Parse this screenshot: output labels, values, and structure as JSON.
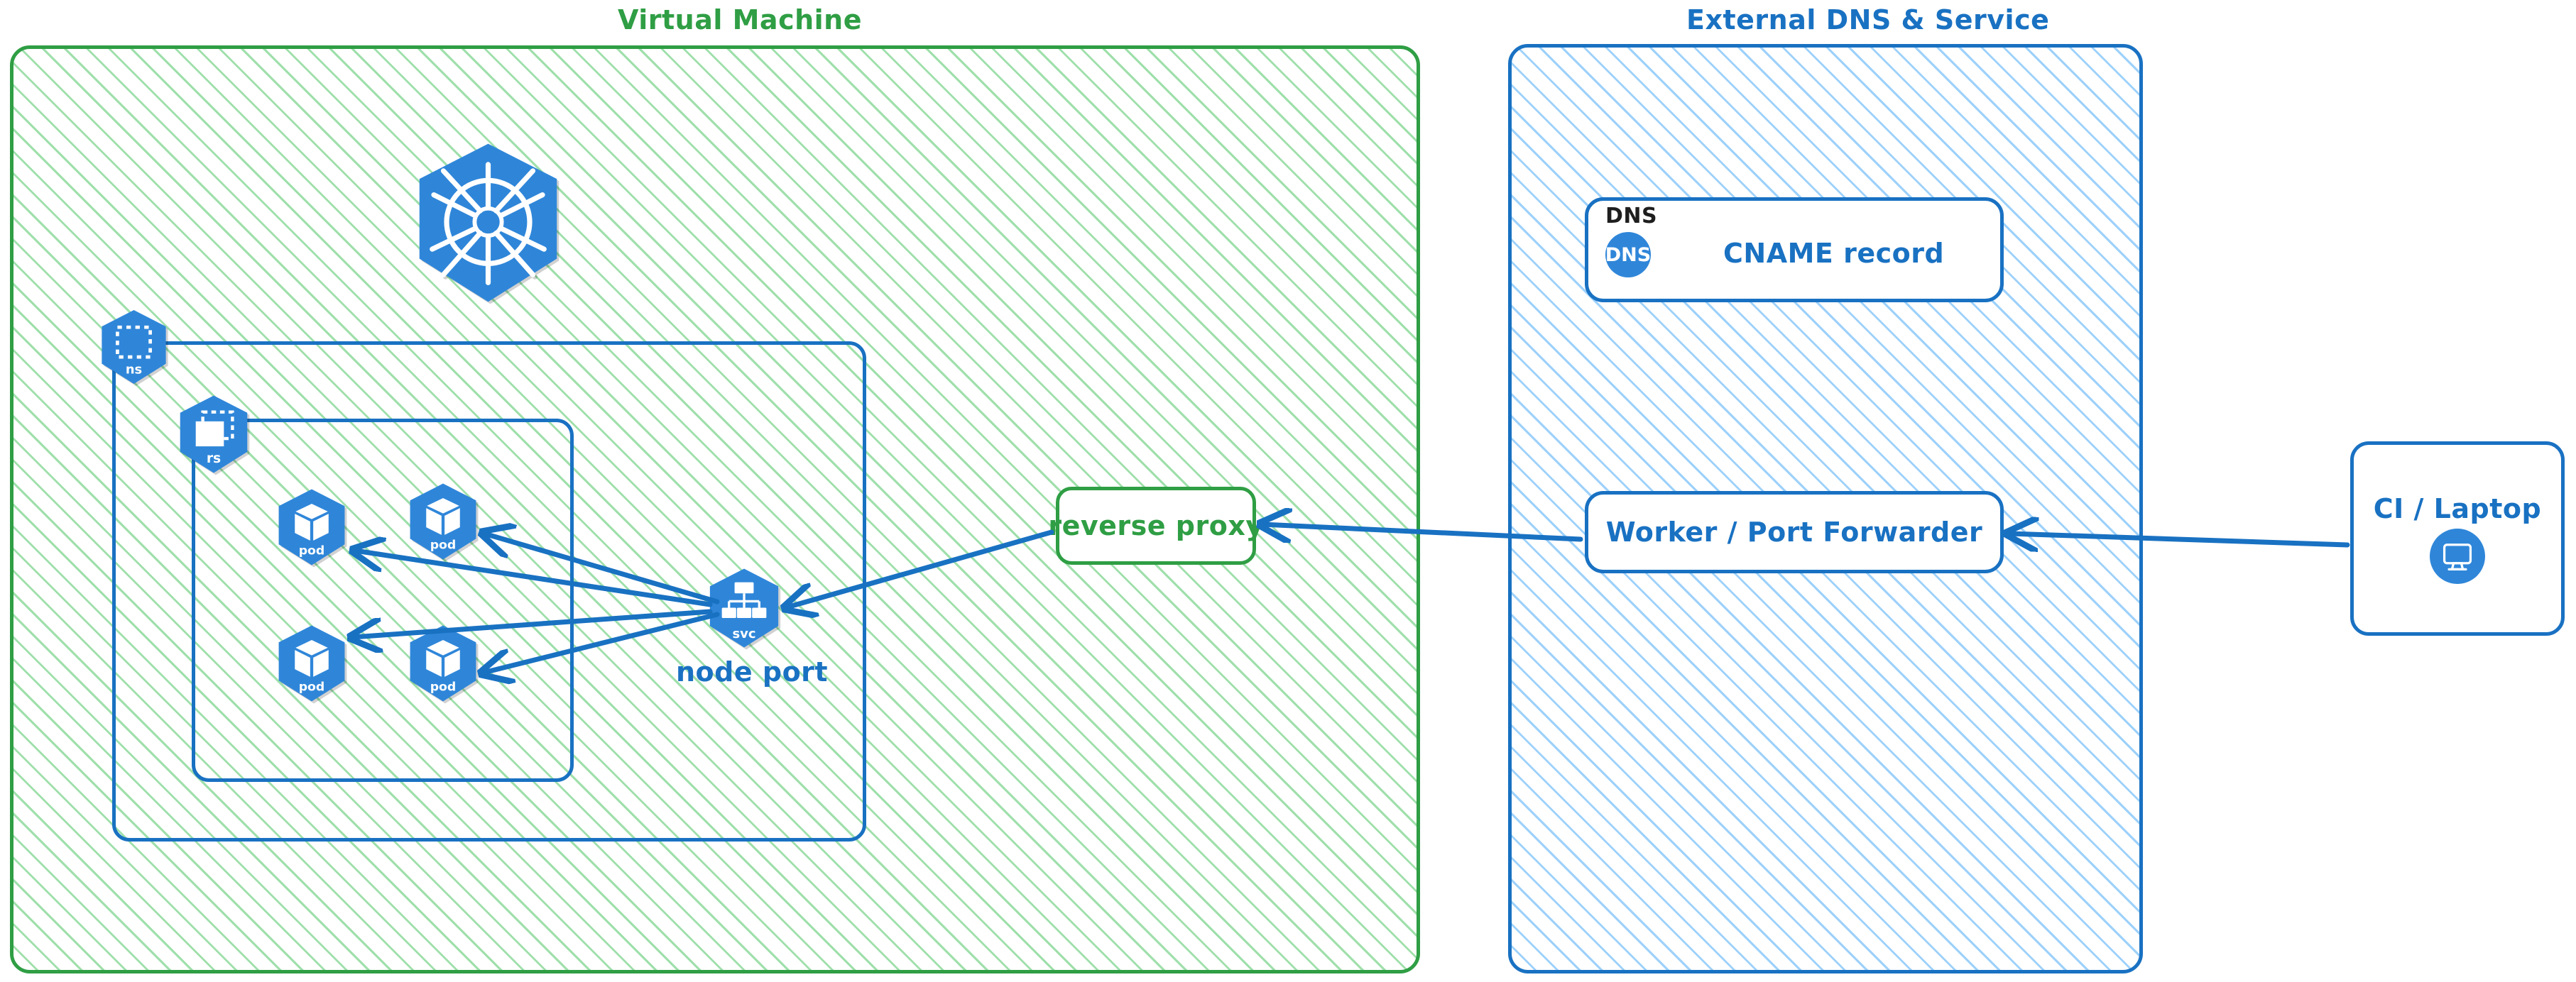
{
  "diagram": {
    "title": "Kubernetes NodePort exposure via reverse proxy and external DNS",
    "style": "hand-drawn (excalidraw)",
    "colors": {
      "green_stroke": "#2f9e44",
      "green_hatch": "#40c057",
      "blue_stroke": "#1971c2",
      "blue_hatch": "#4dabf7",
      "k8s_blue": "#2f86d9",
      "black_text": "#1e1e1e",
      "background": "#ffffff"
    }
  },
  "zones": {
    "vm": {
      "label": "Virtual Machine",
      "color": "#2f9e44"
    },
    "external": {
      "label": "External DNS & Service",
      "color": "#1971c2"
    }
  },
  "kubernetes": {
    "logo_icon": "kubernetes-helm-wheel-icon",
    "namespace": {
      "badge_label": "ns",
      "icon": "namespace-icon"
    },
    "replicaset": {
      "badge_label": "rs",
      "icon": "replicaset-icon"
    },
    "pods": [
      {
        "badge_label": "pod",
        "icon": "pod-icon"
      },
      {
        "badge_label": "pod",
        "icon": "pod-icon"
      },
      {
        "badge_label": "pod",
        "icon": "pod-icon"
      },
      {
        "badge_label": "pod",
        "icon": "pod-icon"
      }
    ],
    "service": {
      "badge_label": "svc",
      "icon": "service-icon",
      "caption": "node port"
    }
  },
  "nodes": {
    "reverse_proxy": {
      "label": "reverse proxy",
      "color": "#2f9e44"
    },
    "dns_card": {
      "header": "DNS",
      "icon_label": "DNS",
      "icon": "dns-icon",
      "label": "CNAME record",
      "color": "#1971c2"
    },
    "worker": {
      "label": "Worker / Port Forwarder",
      "color": "#1971c2"
    },
    "client": {
      "label": "CI / Laptop",
      "icon": "desktop-monitor-icon",
      "color": "#1971c2"
    }
  },
  "edges": [
    {
      "from": "client",
      "to": "worker",
      "direction": "left",
      "style": "solid-arrow"
    },
    {
      "from": "worker",
      "to": "reverse_proxy",
      "direction": "left",
      "style": "solid-arrow"
    },
    {
      "from": "reverse_proxy",
      "to": "service",
      "direction": "left",
      "style": "solid-arrow"
    },
    {
      "from": "service",
      "to": "pod-1",
      "direction": "left",
      "style": "solid-arrow"
    },
    {
      "from": "service",
      "to": "pod-2",
      "direction": "left",
      "style": "solid-arrow"
    },
    {
      "from": "service",
      "to": "pod-3",
      "direction": "left",
      "style": "solid-arrow"
    },
    {
      "from": "service",
      "to": "pod-4",
      "direction": "left",
      "style": "solid-arrow"
    }
  ]
}
